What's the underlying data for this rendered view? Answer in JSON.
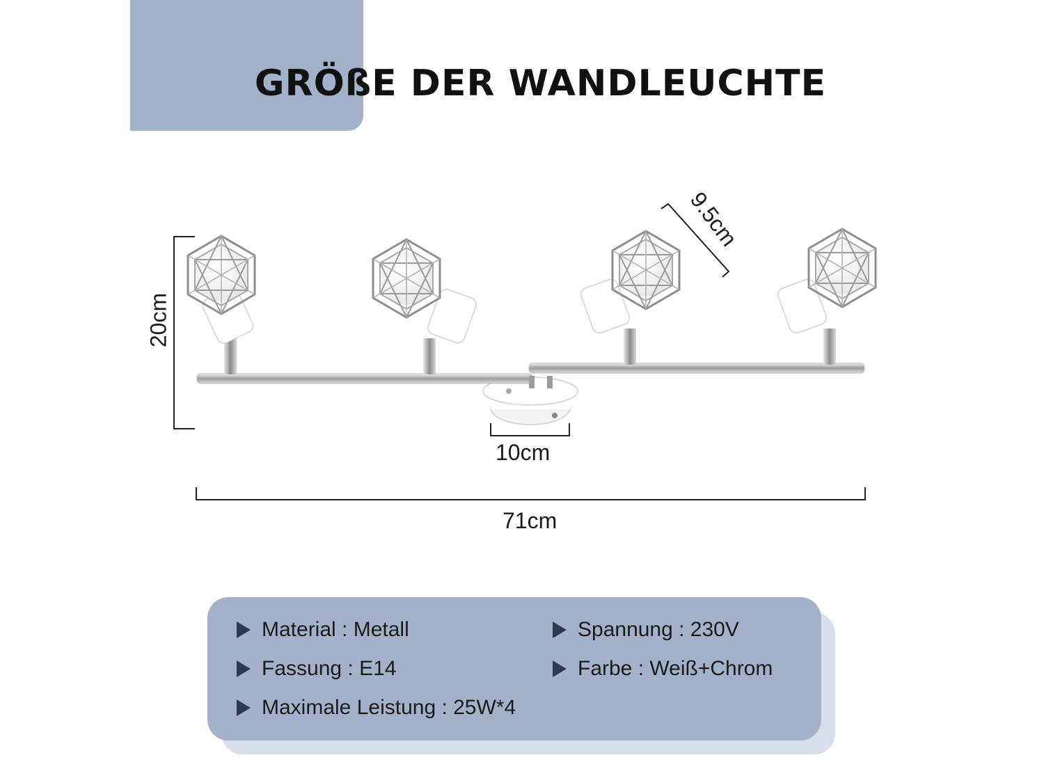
{
  "title": "GRÖßE DER WANDLEUCHTE",
  "colors": {
    "accent": "#a3b2ca",
    "shadow": "#d8dfea",
    "bullet": "#2e3a50"
  },
  "dimensions": {
    "height": "20cm",
    "shade_diameter": "9.5cm",
    "base": "10cm",
    "width": "71cm"
  },
  "specs": {
    "material": "Material : Metall",
    "voltage": "Spannung : 230V",
    "socket": "Fassung : E14",
    "color": "Farbe : Weiß+Chrom",
    "power": "Maximale Leistung : 25W*4"
  },
  "icons": [
    "triangle-bullet-icon"
  ]
}
